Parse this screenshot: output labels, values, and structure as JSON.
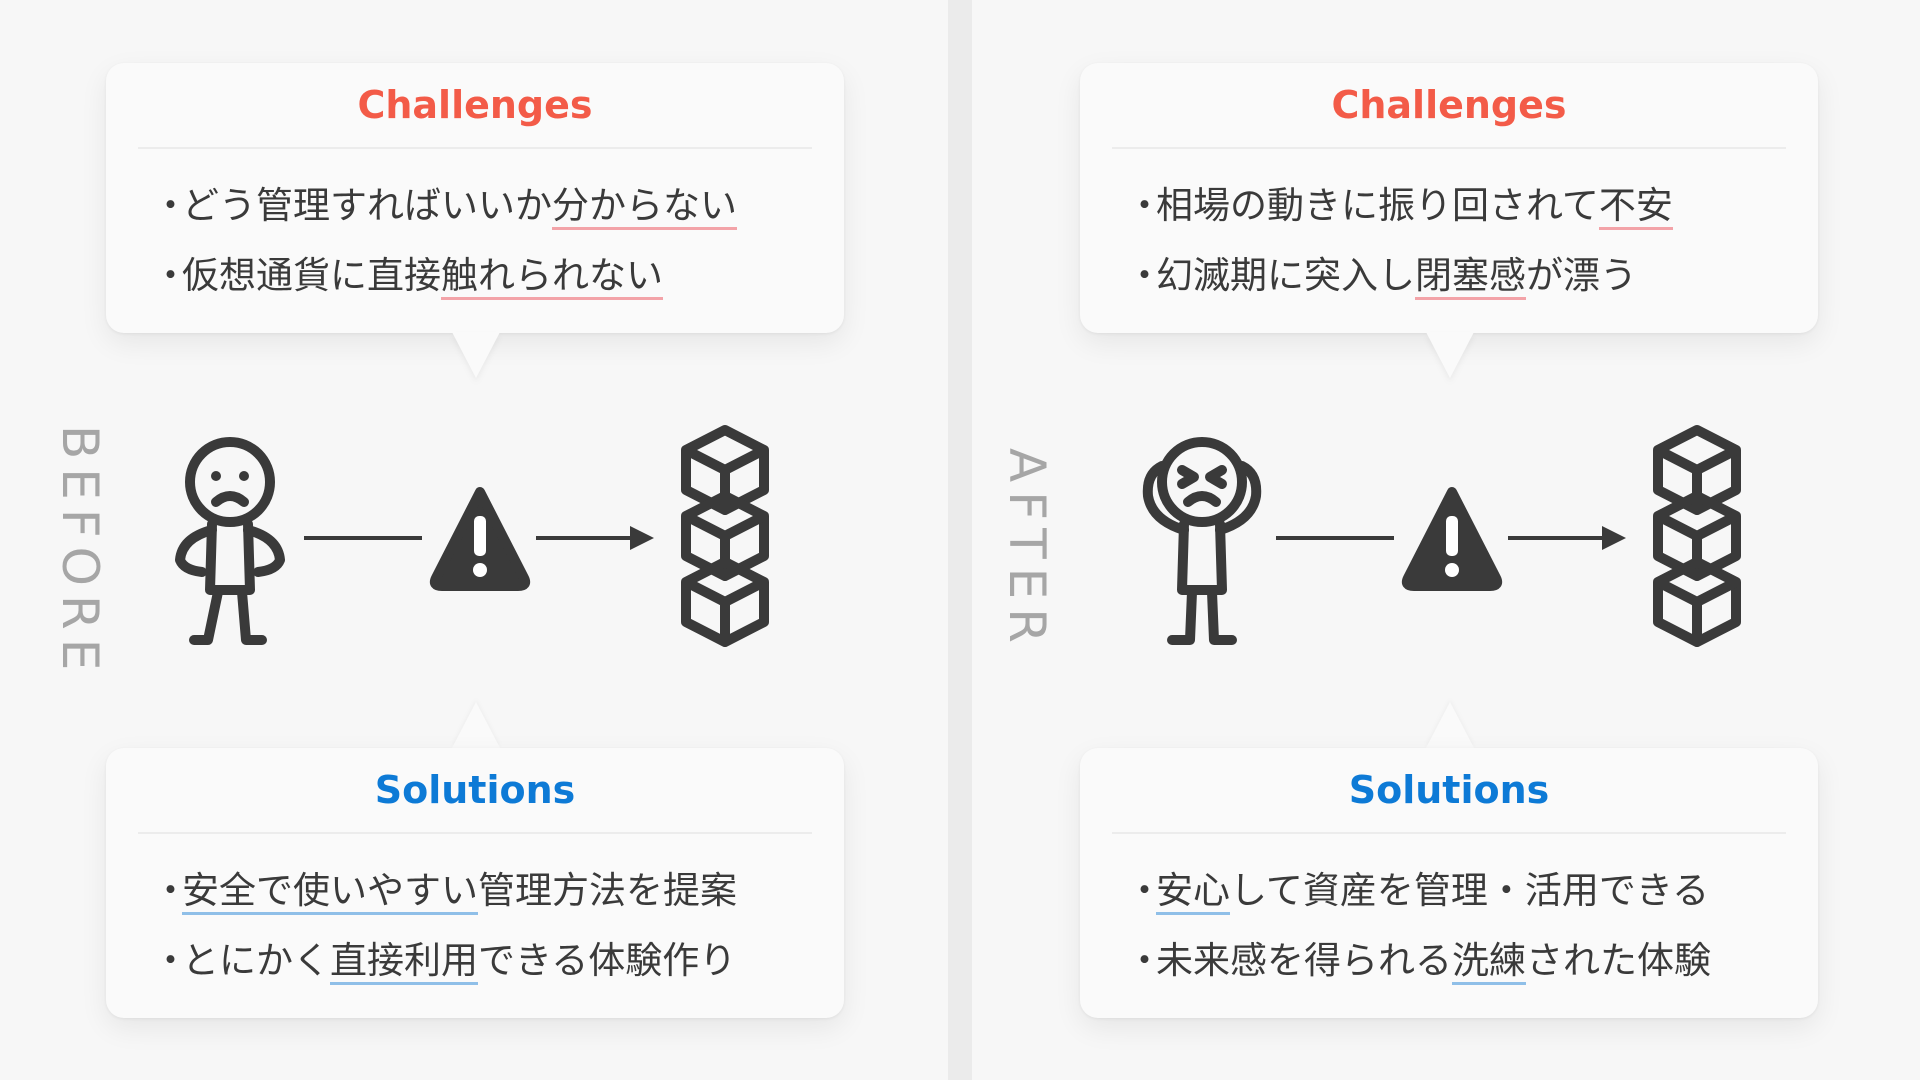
{
  "before": {
    "label": "BEFORE",
    "challenges": {
      "title": "Challenges",
      "items": [
        {
          "pre": "どう管理すればいいか",
          "mark": "分からない",
          "post": ""
        },
        {
          "pre": "仮想通貨に直接",
          "mark": "触れられない",
          "post": ""
        }
      ]
    },
    "solutions": {
      "title": "Solutions",
      "items": [
        {
          "pre": "",
          "mark": "安全で使いやすい",
          "post": "管理方法を提案"
        },
        {
          "pre": "とにかく",
          "mark": "直接利用",
          "post": "できる体験作り"
        }
      ]
    }
  },
  "after": {
    "label": "AFTER",
    "challenges": {
      "title": "Challenges",
      "items": [
        {
          "pre": "相場の動きに振り回されて",
          "mark": "不安",
          "post": ""
        },
        {
          "pre": "幻滅期に突入し",
          "mark": "閉塞感",
          "post": "が漂う"
        }
      ]
    },
    "solutions": {
      "title": "Solutions",
      "items": [
        {
          "pre": "",
          "mark": "安心",
          "post": "して資産を管理・活用できる"
        },
        {
          "pre": "未来感を得られる",
          "mark": "洗練",
          "post": "された体験"
        }
      ]
    }
  },
  "bullet": "・",
  "colors": {
    "challenge": "#f35b48",
    "solution": "#0d7ad6",
    "challenge_underline": "#f3a3a8",
    "solution_underline": "#8fbfe8",
    "icon": "#3a3a3a"
  },
  "icons": [
    "sad-person-icon",
    "frustrated-person-icon",
    "warning-icon",
    "arrow-right-icon",
    "blockchain-cubes-icon"
  ]
}
